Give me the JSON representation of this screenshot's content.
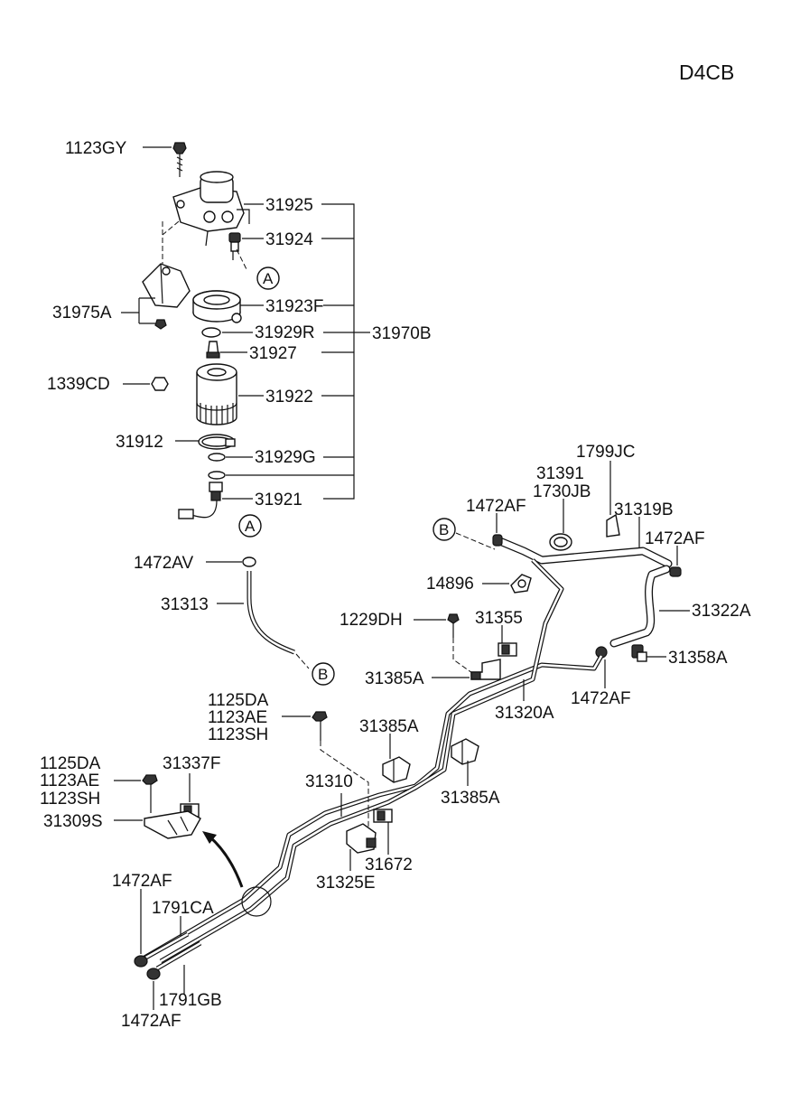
{
  "header": {
    "code": "D4CB"
  },
  "labels": {
    "p1123GY": "1123GY",
    "p31925": "31925",
    "p31924": "31924",
    "p31975A": "31975A",
    "p31923F": "31923F",
    "p31929R": "31929R",
    "p31970B": "31970B",
    "p31927": "31927",
    "p1339CD": "1339CD",
    "p31922": "31922",
    "p31912": "31912",
    "p31929G": "31929G",
    "p31921": "31921",
    "p1472AV": "1472AV",
    "p31313": "31313",
    "p1799JC": "1799JC",
    "p31391": "31391",
    "p1730JB": "1730JB",
    "p1472AF_a": "1472AF",
    "p31319B": "31319B",
    "p1472AF_b": "1472AF",
    "p14896": "14896",
    "p31322A": "31322A",
    "p1229DH": "1229DH",
    "p31355": "31355",
    "p31358A": "31358A",
    "p31385A_a": "31385A",
    "p1472AF_c": "1472AF",
    "p31320A": "31320A",
    "p1125DA_a": "1125DA",
    "p1123AE_a": "1123AE",
    "p1123SH_a": "1123SH",
    "p31385A_b": "31385A",
    "p31385A_c": "31385A",
    "p1125DA_b": "1125DA",
    "p1123AE_b": "1123AE",
    "p1123SH_b": "1123SH",
    "p31337F": "31337F",
    "p31309S": "31309S",
    "p31310": "31310",
    "p31672": "31672",
    "p31325E": "31325E",
    "p1472AF_d": "1472AF",
    "p1791CA": "1791CA",
    "p1791GB": "1791GB",
    "p1472AF_e": "1472AF"
  },
  "connectors": {
    "a1": "A",
    "a2": "A",
    "b1": "B",
    "b2": "B"
  }
}
